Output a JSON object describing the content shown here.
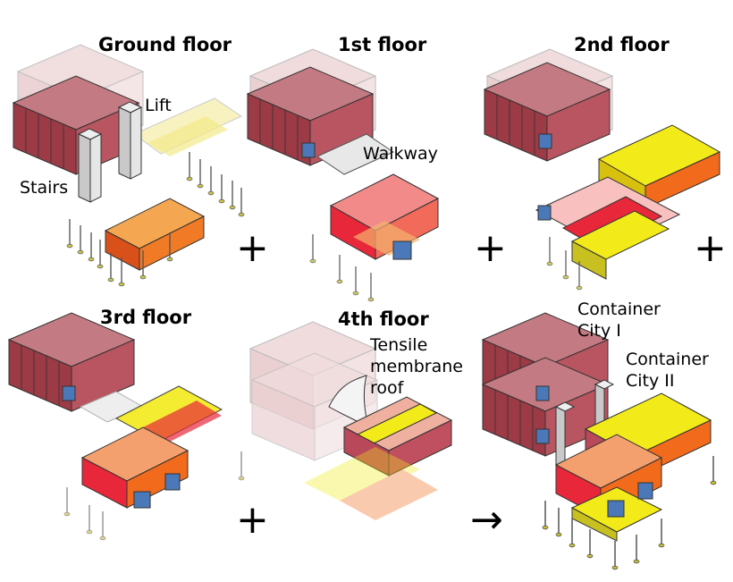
{
  "panels": [
    {
      "title": "Ground floor",
      "labels": [
        "Lift",
        "Stairs"
      ]
    },
    {
      "title": "1st floor",
      "labels": [
        "Walkway"
      ]
    },
    {
      "title": "2nd floor",
      "labels": []
    },
    {
      "title": "3rd floor",
      "labels": []
    },
    {
      "title": "4th floor",
      "labels": [
        "Tensile",
        "membrane",
        "roof"
      ]
    },
    {
      "title": "",
      "labels": [
        "Container",
        "City I",
        "Container",
        "City II"
      ]
    }
  ],
  "operators": [
    "+",
    "+",
    "+",
    "+",
    "→"
  ],
  "colors": {
    "maroon": "#a8444f",
    "maroon_dark": "#7a2a33",
    "red": "#e8283a",
    "orange": "#f26a1b",
    "yellow": "#f3ea1a",
    "olive": "#c8c020",
    "grey": "#d0d0d0",
    "window_blue": "#4a78b8",
    "pile": "#c8c030"
  }
}
